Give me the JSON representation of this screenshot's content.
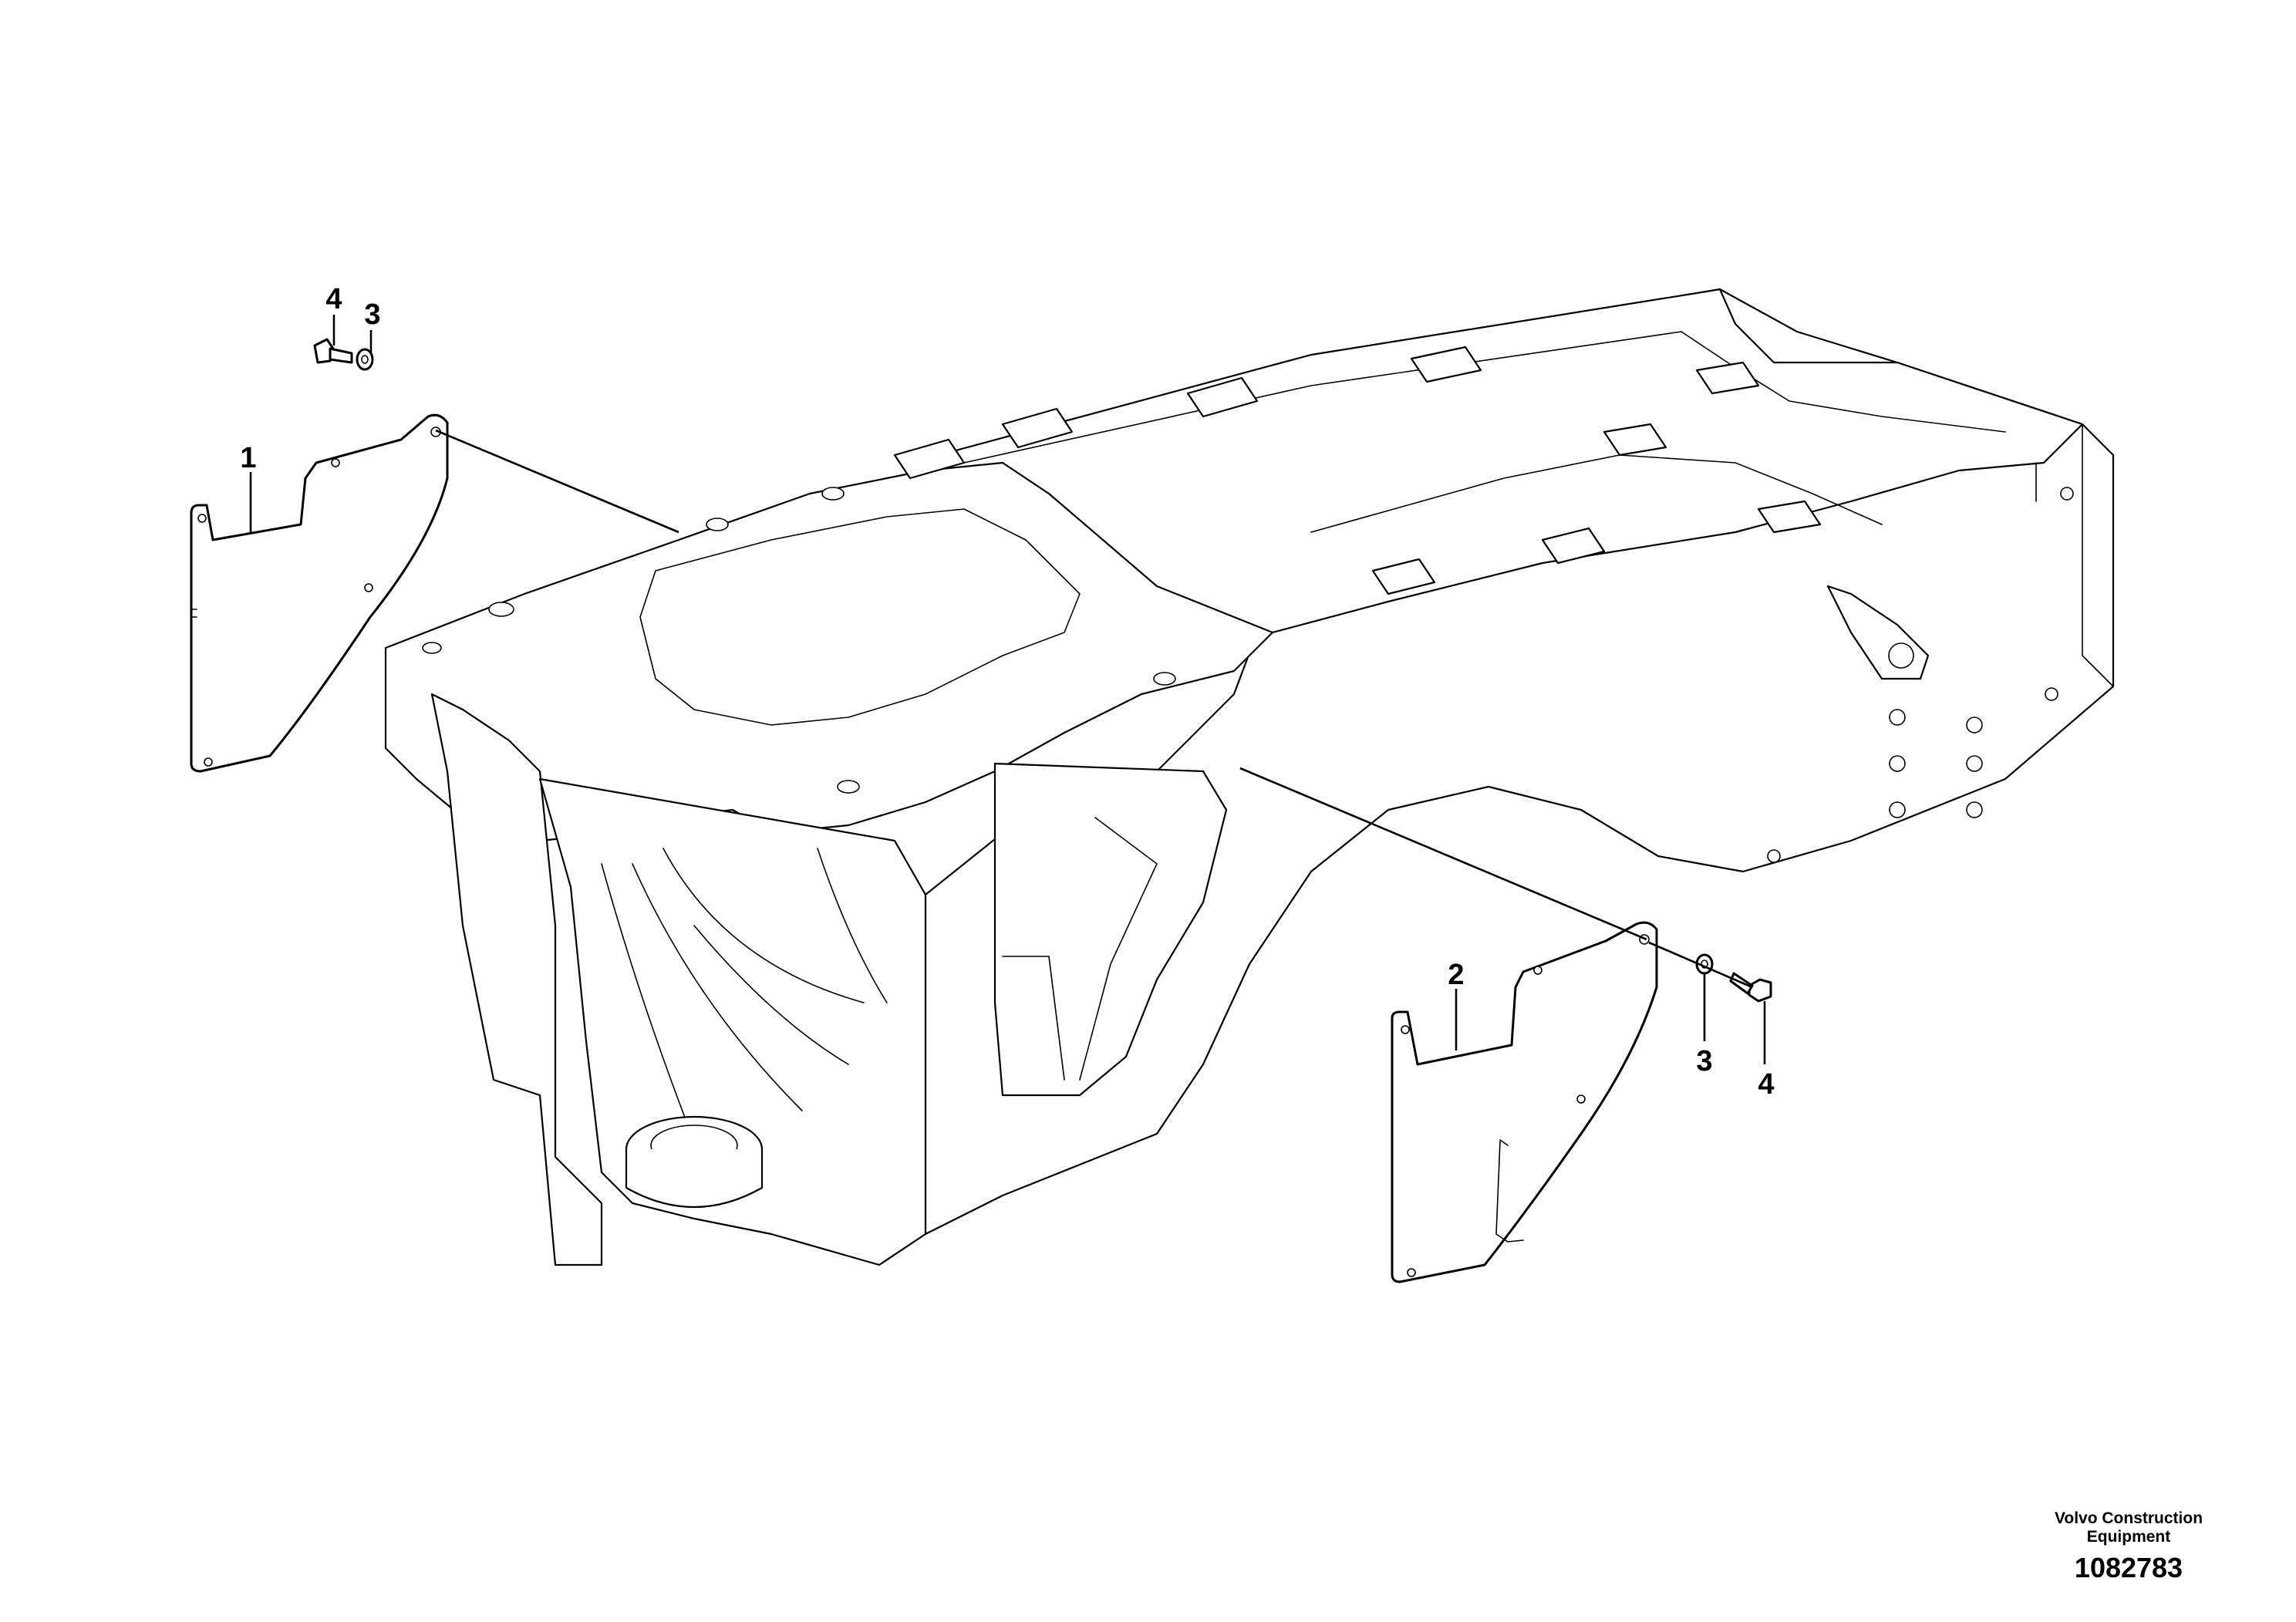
{
  "callouts": {
    "cover_left": "1",
    "cover_right": "2",
    "washer_left": "3",
    "bolt_left": "4",
    "washer_right": "3",
    "bolt_right": "4"
  },
  "credit": {
    "company_line1": "Volvo Construction",
    "company_line2": "Equipment",
    "drawing_number": "1082783"
  }
}
